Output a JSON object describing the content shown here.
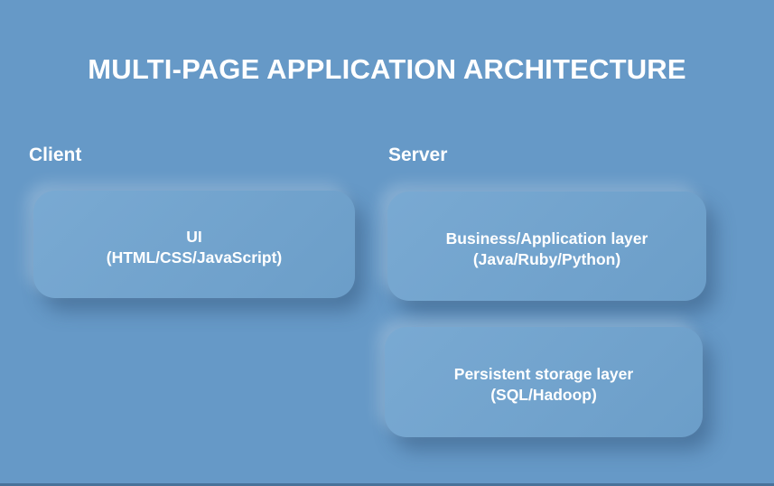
{
  "title": "MULTI-PAGE APPLICATION ARCHITECTURE",
  "colors": {
    "bg": "#6699C7",
    "box": "#6FA3CF",
    "text": "#FFFFFF"
  },
  "sections": [
    {
      "label": "Client",
      "boxes": [
        {
          "line1": "UI",
          "line2": "(HTML/CSS/JavaScript)"
        }
      ]
    },
    {
      "label": "Server",
      "boxes": [
        {
          "line1": "Business/Application layer",
          "line2": "(Java/Ruby/Python)"
        },
        {
          "line1": "Persistent storage layer",
          "line2": "(SQL/Hadoop)"
        }
      ]
    }
  ]
}
